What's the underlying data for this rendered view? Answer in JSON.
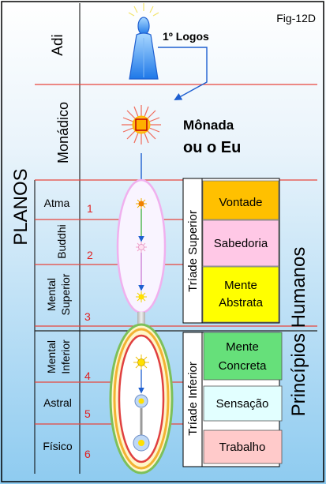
{
  "figure_label": "Fig-12D",
  "planos_title": "PLANOS",
  "principios_title": "Princípios Humanos",
  "logos_label": "1º Logos",
  "monada_line1": "Mônada",
  "monada_line2": "ou  o  Eu",
  "planes": [
    {
      "name": "Adi"
    },
    {
      "name": "Monádico"
    },
    {
      "name": "Atma",
      "number": "1"
    },
    {
      "name": "Buddhi",
      "number": "2"
    },
    {
      "name_line1": "Mental",
      "name_line2": "Superior",
      "number": "3"
    },
    {
      "name_line1": "Mental",
      "name_line2": "Inferior",
      "number": "4"
    },
    {
      "name": "Astral",
      "number": "5"
    },
    {
      "name": "Físico",
      "number": "6"
    }
  ],
  "triade_superior": {
    "label": "Tríade  Superior",
    "principles": [
      {
        "text": "Vontade",
        "color": "#FFC000"
      },
      {
        "text": "Sabedoria",
        "color": "#FFC8E6"
      },
      {
        "line1": "Mente",
        "line2": "Abstrata",
        "color": "#FFFF00"
      }
    ]
  },
  "triade_inferior": {
    "label": "Tríade  Inferior",
    "principles": [
      {
        "line1": "Mente",
        "line2": "Concreta",
        "color": "#66E07A"
      },
      {
        "text": "Sensação",
        "color": "#E2FFFF"
      },
      {
        "text": "Trabalho",
        "color": "#FFCACA"
      }
    ]
  },
  "colors": {
    "divider_red": "#E8453C",
    "arrow_blue": "#1E5FD0",
    "number_red": "#E02020",
    "egg_pink": "#F7B5F0"
  }
}
